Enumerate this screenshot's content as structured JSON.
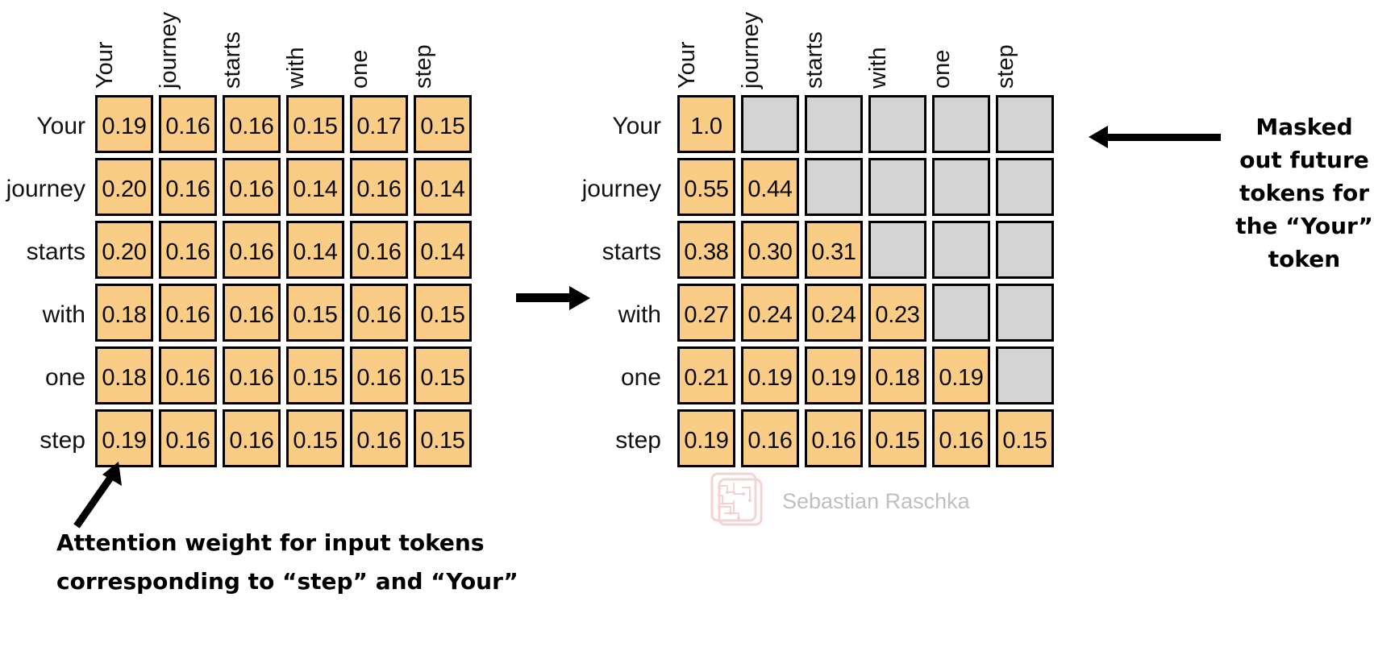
{
  "tokens": [
    "Your",
    "journey",
    "starts",
    "with",
    "one",
    "step"
  ],
  "colors": {
    "cell_filled": "#FACD87",
    "cell_masked": "#D4D4D4",
    "border": "#000000",
    "text": "#000000",
    "watermark": "#BFBFBF",
    "watermark_logo": "#E8A0A0"
  },
  "chart_data": {
    "type": "heatmap",
    "title": "",
    "xlabel": "",
    "ylabel": "",
    "matrices": [
      {
        "name": "attention-weights",
        "columns": [
          "Your",
          "journey",
          "starts",
          "with",
          "one",
          "step"
        ],
        "rows": [
          "Your",
          "journey",
          "starts",
          "with",
          "one",
          "step"
        ],
        "values": [
          [
            "0.19",
            "0.16",
            "0.16",
            "0.15",
            "0.17",
            "0.15"
          ],
          [
            "0.20",
            "0.16",
            "0.16",
            "0.14",
            "0.16",
            "0.14"
          ],
          [
            "0.20",
            "0.16",
            "0.16",
            "0.14",
            "0.16",
            "0.14"
          ],
          [
            "0.18",
            "0.16",
            "0.16",
            "0.15",
            "0.16",
            "0.15"
          ],
          [
            "0.18",
            "0.16",
            "0.16",
            "0.15",
            "0.16",
            "0.15"
          ],
          [
            "0.19",
            "0.16",
            "0.16",
            "0.15",
            "0.16",
            "0.15"
          ]
        ],
        "masked": [
          [
            false,
            false,
            false,
            false,
            false,
            false
          ],
          [
            false,
            false,
            false,
            false,
            false,
            false
          ],
          [
            false,
            false,
            false,
            false,
            false,
            false
          ],
          [
            false,
            false,
            false,
            false,
            false,
            false
          ],
          [
            false,
            false,
            false,
            false,
            false,
            false
          ],
          [
            false,
            false,
            false,
            false,
            false,
            false
          ]
        ]
      },
      {
        "name": "masked-attention-weights",
        "columns": [
          "Your",
          "journey",
          "starts",
          "with",
          "one",
          "step"
        ],
        "rows": [
          "Your",
          "journey",
          "starts",
          "with",
          "one",
          "step"
        ],
        "values": [
          [
            "1.0",
            "",
            "",
            "",
            "",
            ""
          ],
          [
            "0.55",
            "0.44",
            "",
            "",
            "",
            ""
          ],
          [
            "0.38",
            "0.30",
            "0.31",
            "",
            "",
            ""
          ],
          [
            "0.27",
            "0.24",
            "0.24",
            "0.23",
            "",
            ""
          ],
          [
            "0.21",
            "0.19",
            "0.19",
            "0.18",
            "0.19",
            ""
          ],
          [
            "0.19",
            "0.16",
            "0.16",
            "0.15",
            "0.16",
            "0.15"
          ]
        ],
        "masked": [
          [
            false,
            true,
            true,
            true,
            true,
            true
          ],
          [
            false,
            false,
            true,
            true,
            true,
            true
          ],
          [
            false,
            false,
            false,
            true,
            true,
            true
          ],
          [
            false,
            false,
            false,
            false,
            true,
            true
          ],
          [
            false,
            false,
            false,
            false,
            false,
            true
          ],
          [
            false,
            false,
            false,
            false,
            false,
            false
          ]
        ]
      }
    ]
  },
  "annotations": {
    "mask_callout": "Masked out future tokens for the “Your” token",
    "bottom_callout": "Attention weight for input tokens corresponding to “step” and “Your”"
  },
  "watermark": {
    "text": "Sebastian Raschka",
    "logo": "circuit-board-icon"
  }
}
